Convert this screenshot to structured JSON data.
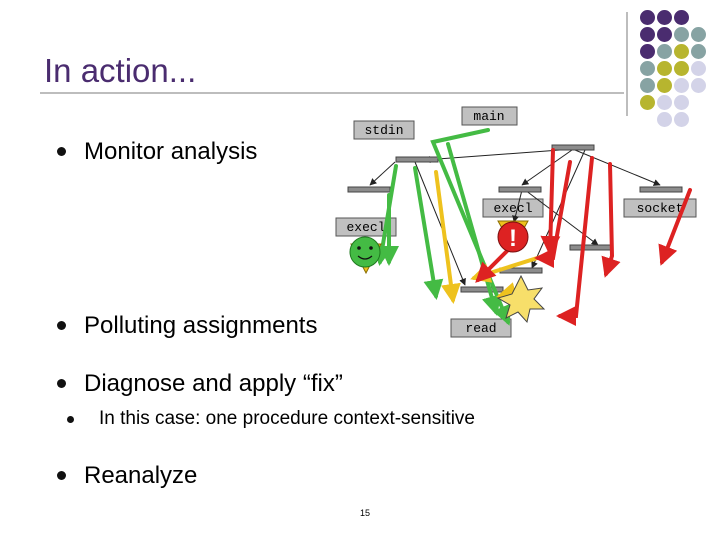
{
  "slide": {
    "title": "In action...",
    "page_number": "15",
    "colors": {
      "title": "#4a2c6f",
      "green_path": "#44bb44",
      "yellow_path": "#eec21e",
      "red_path": "#dd2222",
      "node_bar": "#8c8c8c",
      "label_box": "#c0c0c0",
      "dot_purple": "#4a2c6f",
      "dot_teal": "#87a3a3",
      "dot_olive": "#b7b52f",
      "dot_lavender": "#d3d3e8"
    }
  },
  "bullets": [
    {
      "text": "Monitor analysis"
    },
    {
      "text": "Polluting assignments"
    },
    {
      "text": "Diagnose and apply “fix”"
    },
    {
      "text": "In this case: one procedure context-sensitive"
    },
    {
      "text": "Reanalyze"
    }
  ],
  "diagram": {
    "labels": {
      "main": "main",
      "stdin": "stdin",
      "execl_right": "execl",
      "execl_left": "execl",
      "socket": "socket",
      "read": "read"
    },
    "warning": "!"
  }
}
